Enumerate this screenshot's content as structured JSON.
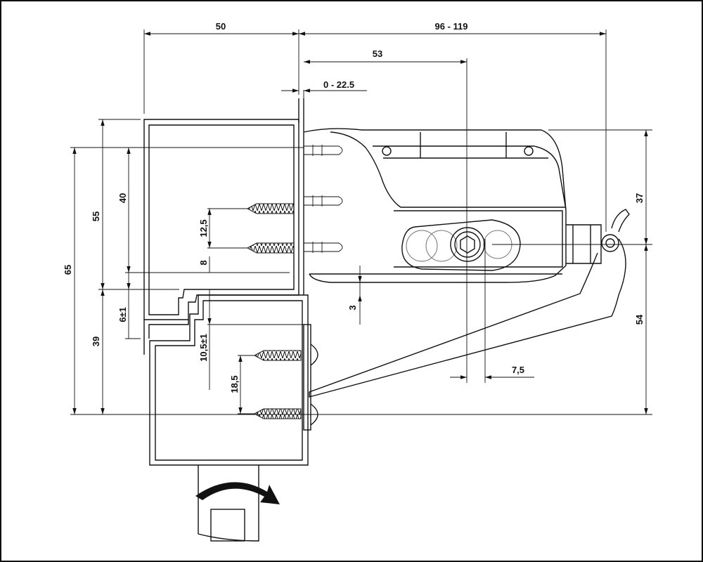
{
  "dimensions": {
    "frame_width": "50",
    "hinge_reach": "96 - 119",
    "pivot_offset": "53",
    "adjust_range": "0 -  22.5",
    "height_40": "40",
    "height_55": "55",
    "height_65": "65",
    "screw_pitch_top": "12,5",
    "gap_8": "8",
    "tol_6": "6±1",
    "height_39": "39",
    "offset_10_5": "10,5±1",
    "screw_pitch_bottom": "18,5",
    "gap_3": "3",
    "offset_7_5": "7,5",
    "height_37": "37",
    "height_54": "54"
  },
  "colors": {
    "line": "#111111",
    "background": "#ffffff",
    "shade": "#bbbbbb"
  }
}
